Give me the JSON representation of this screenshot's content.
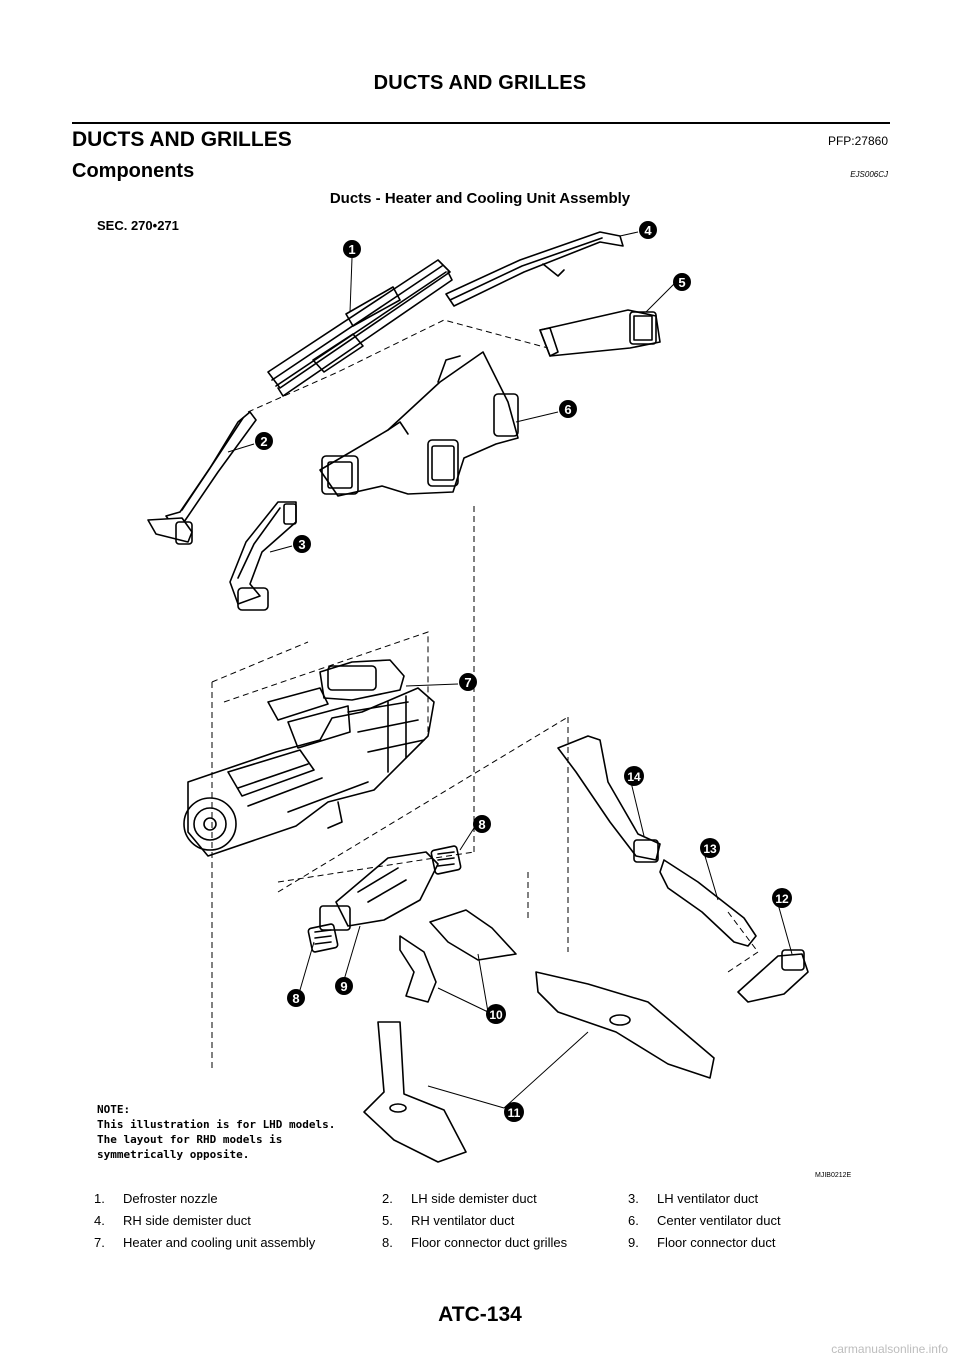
{
  "header": {
    "title": "DUCTS AND GRILLES"
  },
  "section": {
    "title": "DUCTS AND GRILLES",
    "code": "PFP:27860"
  },
  "subsection": {
    "title": "Components",
    "ref": "EJS006CJ"
  },
  "figure": {
    "title": "Ducts - Heater and Cooling Unit Assembly",
    "sec_label": "SEC. 270•271",
    "note": [
      "NOTE:",
      "This illustration is for LHD models.",
      "The layout for RHD models is",
      "symmetrically opposite."
    ],
    "id": "MJIB0212E",
    "callouts": [
      "1",
      "2",
      "3",
      "4",
      "5",
      "6",
      "7",
      "8",
      "8",
      "9",
      "10",
      "11",
      "12",
      "13",
      "14"
    ]
  },
  "legend": [
    [
      {
        "num": "1.",
        "label": "Defroster nozzle"
      },
      {
        "num": "2.",
        "label": "LH side demister duct"
      },
      {
        "num": "3.",
        "label": "LH ventilator duct"
      }
    ],
    [
      {
        "num": "4.",
        "label": "RH side demister duct"
      },
      {
        "num": "5.",
        "label": "RH ventilator duct"
      },
      {
        "num": "6.",
        "label": "Center ventilator duct"
      }
    ],
    [
      {
        "num": "7.",
        "label": "Heater and cooling unit assembly"
      },
      {
        "num": "8.",
        "label": "Floor connector duct grilles"
      },
      {
        "num": "9.",
        "label": "Floor connector duct"
      }
    ]
  ],
  "footer": {
    "page": "ATC-134"
  },
  "watermark": "carmanualsonline.info"
}
